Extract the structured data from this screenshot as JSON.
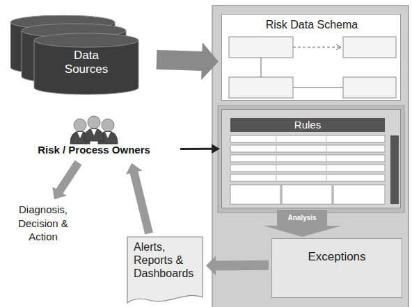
{
  "diagram": {
    "nodes": [
      {
        "text": [
          "Data Sources"
        ]
      },
      {
        "text": [
          "Risk Data Schema"
        ]
      },
      {
        "text": [
          "Rules"
        ]
      },
      {
        "text": [
          "Exceptions"
        ]
      },
      {
        "text": [
          "Alerts, Reports & Dashboards"
        ]
      },
      {
        "text": [
          "Risk / Process Owners"
        ]
      },
      {
        "text": [
          "Diagnosis, Decision & Action"
        ]
      }
    ],
    "edges": [
      {
        "from": 0,
        "to": 1,
        "arrow": "to"
      },
      {
        "from": 5,
        "to": 2,
        "arrow": "to"
      },
      {
        "from": 2,
        "to": 3,
        "label": "Analysis",
        "arrow": "to"
      },
      {
        "from": 3,
        "to": 4,
        "arrow": "to"
      },
      {
        "from": 4,
        "to": 5,
        "arrow": "to"
      },
      {
        "from": 5,
        "to": 6,
        "arrow": "to"
      }
    ]
  }
}
